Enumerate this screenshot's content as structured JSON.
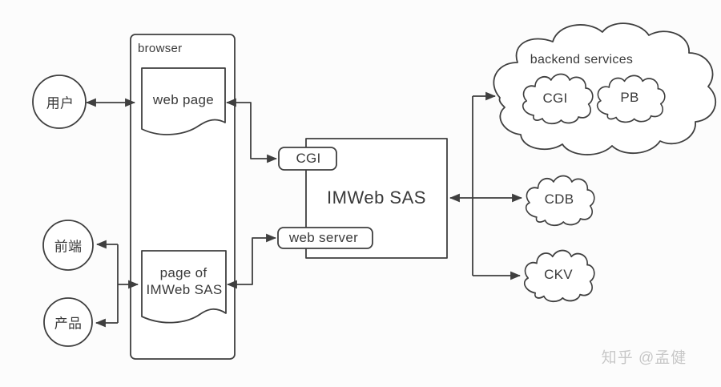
{
  "colors": {
    "line": "#3f3f3f",
    "text": "#3a3a3a",
    "background": "#fcfcfc",
    "shape_fill": "#ffffff",
    "watermark": "#c7c7c7"
  },
  "nodes": {
    "user_circle": {
      "label": "用户"
    },
    "frontend_circle": {
      "label": "前端"
    },
    "product_circle": {
      "label": "产品"
    },
    "browser": {
      "label": "browser"
    },
    "web_page_doc": {
      "label": "web page"
    },
    "sas_page_doc": {
      "label_line1": "page of",
      "label_line2": "IMWeb SAS"
    },
    "cgi_module": {
      "label": "CGI"
    },
    "web_server": {
      "label": "web server"
    },
    "imweb_sas_box": {
      "label": "IMWeb SAS"
    },
    "backend_cloud": {
      "label": "backend services"
    },
    "cgi_cloud": {
      "label": "CGI"
    },
    "pb_cloud": {
      "label": "PB"
    },
    "cdb_cloud": {
      "label": "CDB"
    },
    "ckv_cloud": {
      "label": "CKV"
    }
  },
  "connections": [
    "用户 ↔ web page",
    "web page ↔ CGI",
    "page of IMWeb SAS ↔ web server",
    "page of IMWeb SAS → 前端",
    "page of IMWeb SAS → 产品",
    "IMWeb SAS ↔ CDB",
    "IMWeb SAS → backend services",
    "IMWeb SAS → CKV"
  ],
  "watermark": {
    "text": "知乎 @孟健"
  }
}
